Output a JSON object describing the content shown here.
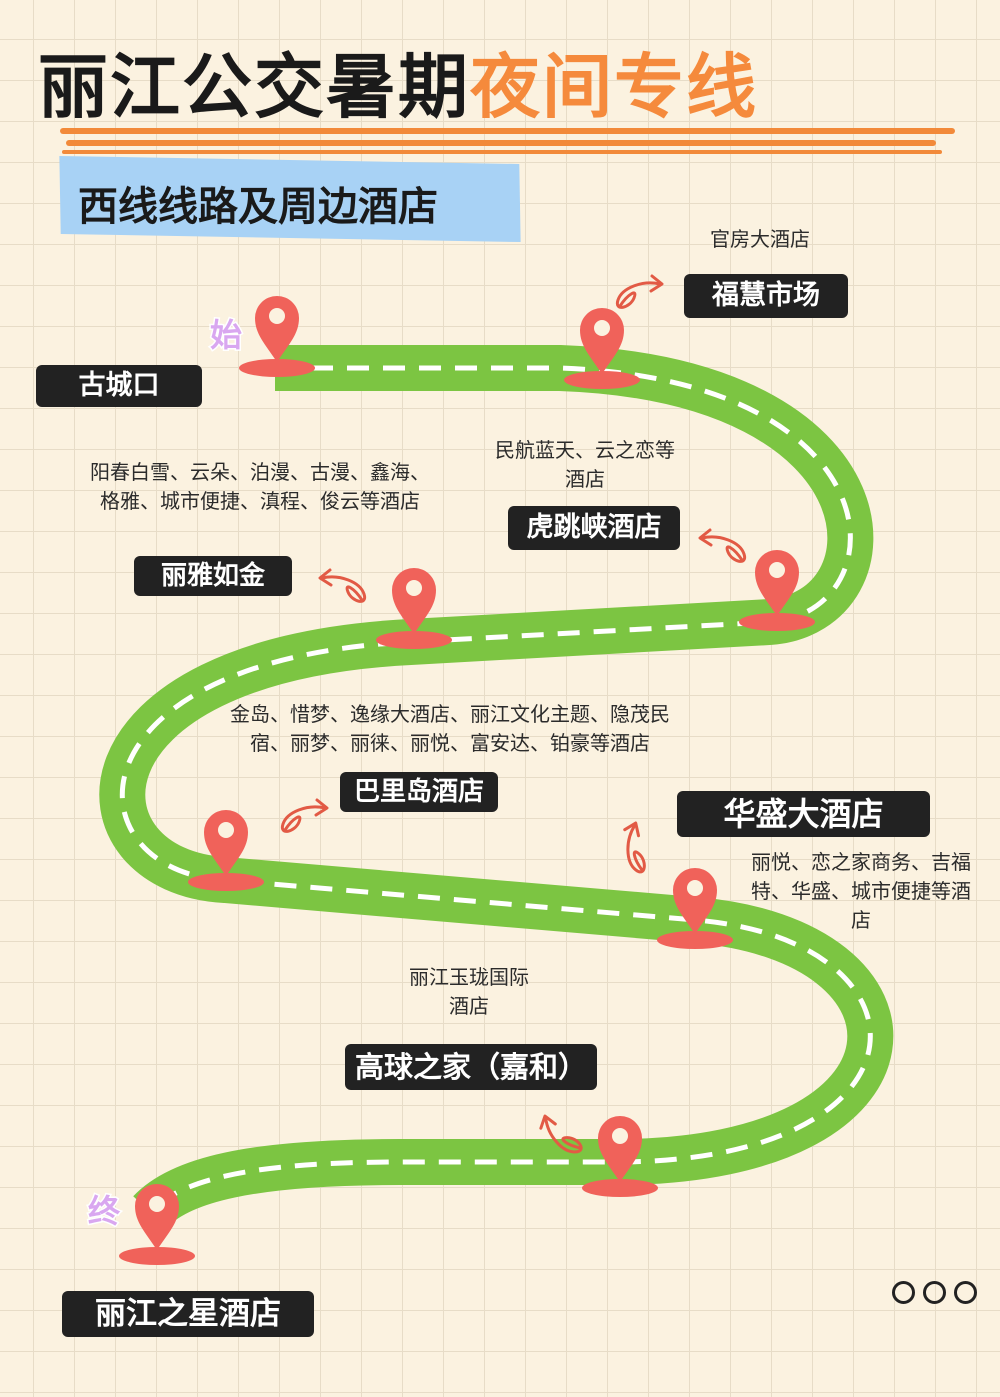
{
  "title": {
    "part1": "丽江公交暑期",
    "part2": "夜间专线"
  },
  "subtitle": "西线线路及周边酒店",
  "markers": {
    "start": "始",
    "end": "终"
  },
  "stations": [
    {
      "name": "古城口",
      "hotels": ""
    },
    {
      "name": "福慧市场",
      "hotels": "官房大酒店"
    },
    {
      "name": "虎跳峡酒店",
      "hotels": "民航蓝天、云之恋等酒店"
    },
    {
      "name": "丽雅如金",
      "hotels": "阳春白雪、云朵、泊漫、古漫、鑫海、格雅、城市便捷、滇程、俊云等酒店"
    },
    {
      "name": "巴里岛酒店",
      "hotels": "金岛、惜梦、逸缘大酒店、丽江文化主题、隐茂民宿、丽梦、丽徕、丽悦、富安达、铂豪等酒店"
    },
    {
      "name": "华盛大酒店",
      "hotels": "丽悦、恋之家商务、吉福特、华盛、城市便捷等酒店"
    },
    {
      "name": "高球之家（嘉和）",
      "hotels": "丽江玉珑国际酒店"
    },
    {
      "name": "丽江之星酒店",
      "hotels": ""
    }
  ],
  "colors": {
    "road": "#7cc542",
    "pin": "#f0625a",
    "label_bg": "#222222",
    "accent": "#f58a3c",
    "banner": "#a8d2f5",
    "marker": "#d9a7f0"
  }
}
